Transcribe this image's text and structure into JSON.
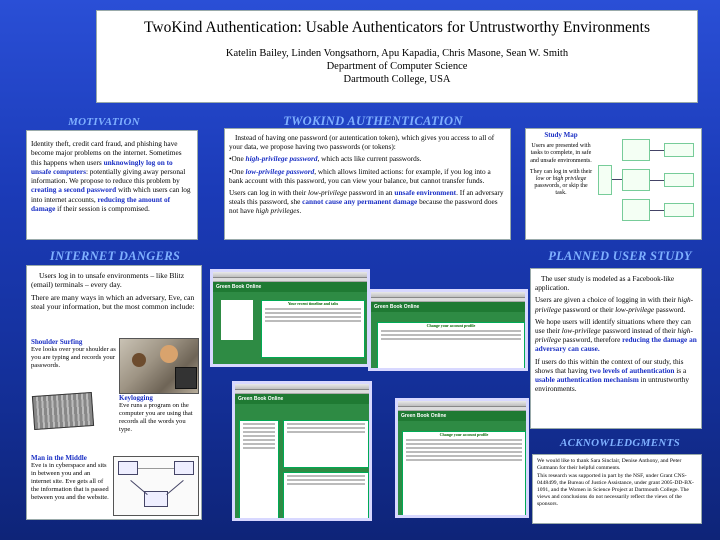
{
  "header": {
    "title": "TwoKind Authentication: Usable Authenticators for Untrustworthy Environments",
    "authors": "Katelin Bailey, Linden Vongsathorn, Apu Kapadia, Chris Masone, Sean W. Smith",
    "department": "Department of Computer Science",
    "college": "Dartmouth College, USA"
  },
  "sections": {
    "motivation": "MOTIVATION",
    "twokind": "TWOKIND AUTHENTICATION",
    "internet_dangers": "INTERNET DANGERS",
    "planned_study": "PLANNED USER STUDY",
    "acknowledgments": "ACKNOWLEDGMENTS"
  },
  "motivation": {
    "t1": "Identity theft, credit card fraud, and phishing have become major problems on the internet. Sometimes this happens when users ",
    "h1": "unknowingly log on to unsafe computers",
    "t2": ": potentially giving away personal information. We propose to reduce this problem by ",
    "h2": "creating a second password",
    "t3": " with which users can log into internet accounts, ",
    "h3": "reducing the amount of damage",
    "t4": " if their session is compromised."
  },
  "twokind": {
    "p1": "Instead of having one password (or autentication token), which gives you access to all of your data, we propose having two passwords (or tokens):",
    "b1_pre": "•One ",
    "b1_hl": "high-privilege password",
    "b1_post": ", which acts like current passwords.",
    "b2_pre": "•One ",
    "b2_hl": "low-privilege password",
    "b2_post": ", which allows limited actions: for example, if you log into a bank account with this password, you can view your balance, but cannot transfer funds.",
    "p3_a": "Users can log in with their ",
    "p3_it": "low-privilege",
    "p3_b": " password in an ",
    "p3_hl1": "unsafe environment",
    "p3_c": ". If an adversary steals this password, she ",
    "p3_hl2": "cannot cause any permanent damage",
    "p3_d": " because the password does not have ",
    "p3_it2": "high privileges",
    "p3_e": "."
  },
  "study_map": {
    "title": "Study Map",
    "p1": "Users are presented with tasks to complete, in safe and unsafe environments.",
    "p2_a": "They can log in with their ",
    "p2_it": "low or high privilege",
    "p2_b": " passwords, or skip the task."
  },
  "dangers": {
    "intro1": "Users log in to unsafe environments – like Blitz (email) terminals – every day.",
    "intro2": "There are many ways in which an adversary, Eve, can steal your information, but the most common include:",
    "shoulder_title": "Shoulder Surfing",
    "shoulder_text": "Eve looks over your shoulder as you are typing and records your passwords.",
    "keylog_title": "Keylogging",
    "keylog_text": "Eve runs a program on the computer you are using that records all the words you type.",
    "mitm_title": "Man in the Middle",
    "mitm_text": "Eve is in cyberspace and sits in between you and an internet site. Eve gets all of the information that is passed between you and the website."
  },
  "screenshots": {
    "site_name": "Green Book Online",
    "panel1_title": "Your recent timeline and tabs",
    "panel2_title": "Change your account profile",
    "panel3_title": "Change your account profile"
  },
  "planned": {
    "p1": "The user study is modeled as a Facebook-like application.",
    "p2_a": "Users are given a choice of logging in with their ",
    "p2_it1": "high-privilege",
    "p2_b": " password or their ",
    "p2_it2": "low-privilege",
    "p2_c": " password.",
    "p3_a": "We hope users will identify situations where they can use their ",
    "p3_it1": "low-privilege",
    "p3_b": " password instead of their ",
    "p3_it2": "high-privilege",
    "p3_c": " password, therefore ",
    "p3_hl": "reducing the damage an adversary can cause.",
    "p4_a": "If users do this within the context of our study, this shows that having ",
    "p4_hl1": "two levels of authentication",
    "p4_b": " is a ",
    "p4_hl2": "usable authentication mechanism",
    "p4_c": " in untrustworthy environments."
  },
  "ack": {
    "p1": "We would like to thank Sara Sinclair, Denise Anthony, and Peter Gutmann for their helpful comments.",
    "p2": "This research was supported in part by the NSF, under Grant CNS-0448499, the Bureau of Justice Assistance, under grant 2005-DD-BX-1091, and the Women in Science Project at Dartmouth College.  The views and conclusions do not necessarily reflect the views of the sponsors."
  },
  "colors": {
    "background": "#1b3bb8",
    "section_title": "#7fb0ff",
    "highlight": "#1a2fc4",
    "site_green": "#2e8b44"
  }
}
